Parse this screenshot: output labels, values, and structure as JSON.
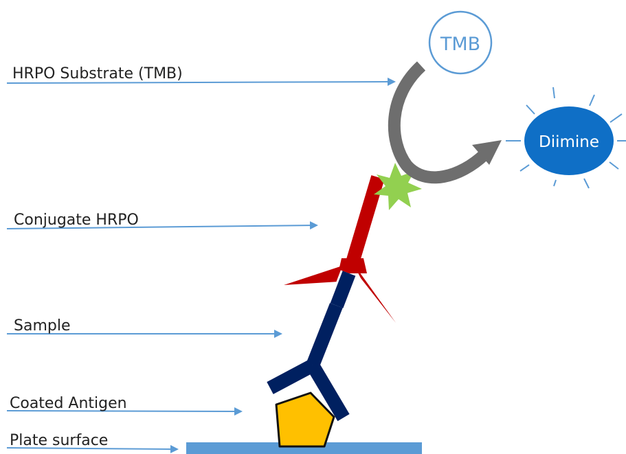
{
  "labels": {
    "substrate": "HRPO Substrate (TMB)",
    "conjugate": "Conjugate HRPO",
    "sample": "Sample",
    "antigen": "Coated Antigen",
    "plate": "Plate surface"
  },
  "nodes": {
    "tmb": "TMB",
    "diimine": "Diimine"
  },
  "colors": {
    "arrow": "#5b9bd5",
    "tmb_outline": "#5b9bd5",
    "diimine": "#0f6fc6",
    "conjugate_antibody": "#c00000",
    "sample_antibody": "#002060",
    "antigen": "#ffc000",
    "plate": "#5b9bd5",
    "star": "#92d050",
    "reaction_arrow": "#6e6e6e"
  }
}
